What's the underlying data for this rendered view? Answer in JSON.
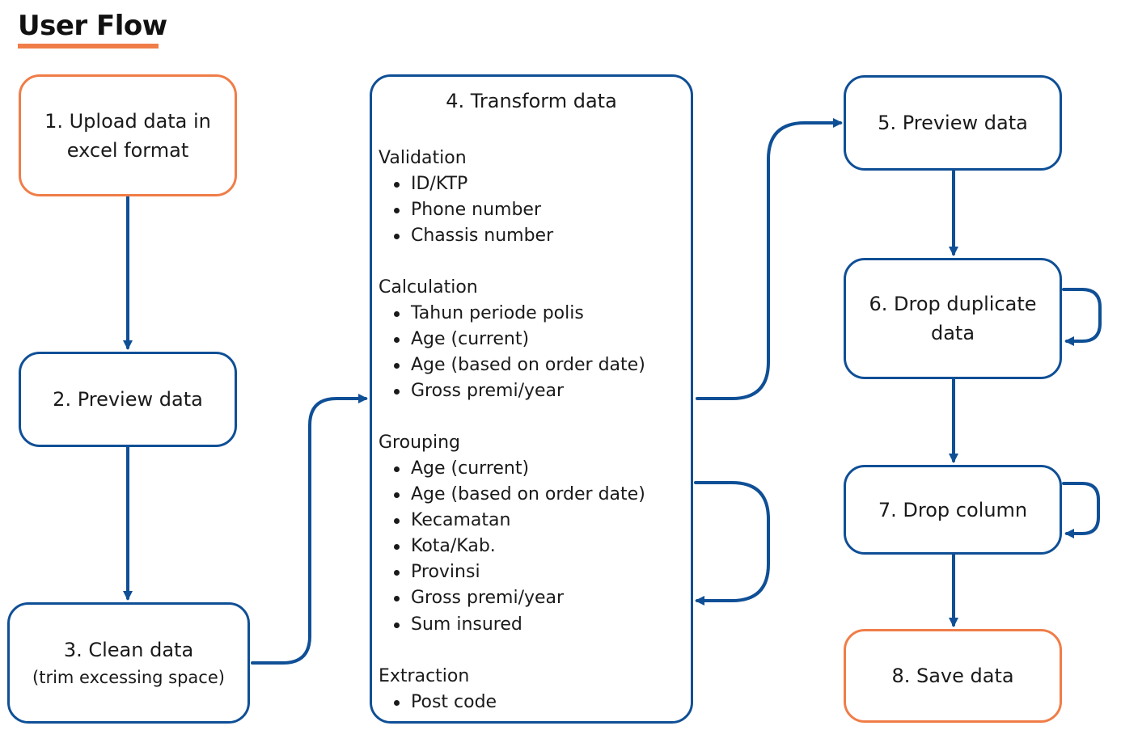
{
  "title": "User Flow",
  "colors": {
    "flow": "#0f4f96",
    "accent": "#f07d48"
  },
  "nodes": {
    "upload": {
      "line1": "1. Upload data in",
      "line2": "excel format"
    },
    "preview1": "2. Preview data",
    "clean": {
      "label": "3. Clean data",
      "sub": "(trim excessing space)"
    },
    "preview2": "5. Preview data",
    "drop_duplicate": {
      "line1": "6. Drop duplicate",
      "line2": "data"
    },
    "drop_column": "7. Drop column",
    "save": "8. Save data"
  },
  "transform": {
    "title": "4. Transform data",
    "sections": [
      {
        "title": "Validation",
        "items": [
          "ID/KTP",
          "Phone number",
          "Chassis number"
        ]
      },
      {
        "title": "Calculation",
        "items": [
          "Tahun periode polis",
          "Age (current)",
          "Age (based on order date)",
          "Gross premi/year"
        ]
      },
      {
        "title": "Grouping",
        "items": [
          "Age (current)",
          "Age (based on order date)",
          "Kecamatan",
          "Kota/Kab.",
          "Provinsi",
          "Gross premi/year",
          "Sum insured"
        ]
      },
      {
        "title": "Extraction",
        "items": [
          "Post code"
        ]
      }
    ]
  }
}
